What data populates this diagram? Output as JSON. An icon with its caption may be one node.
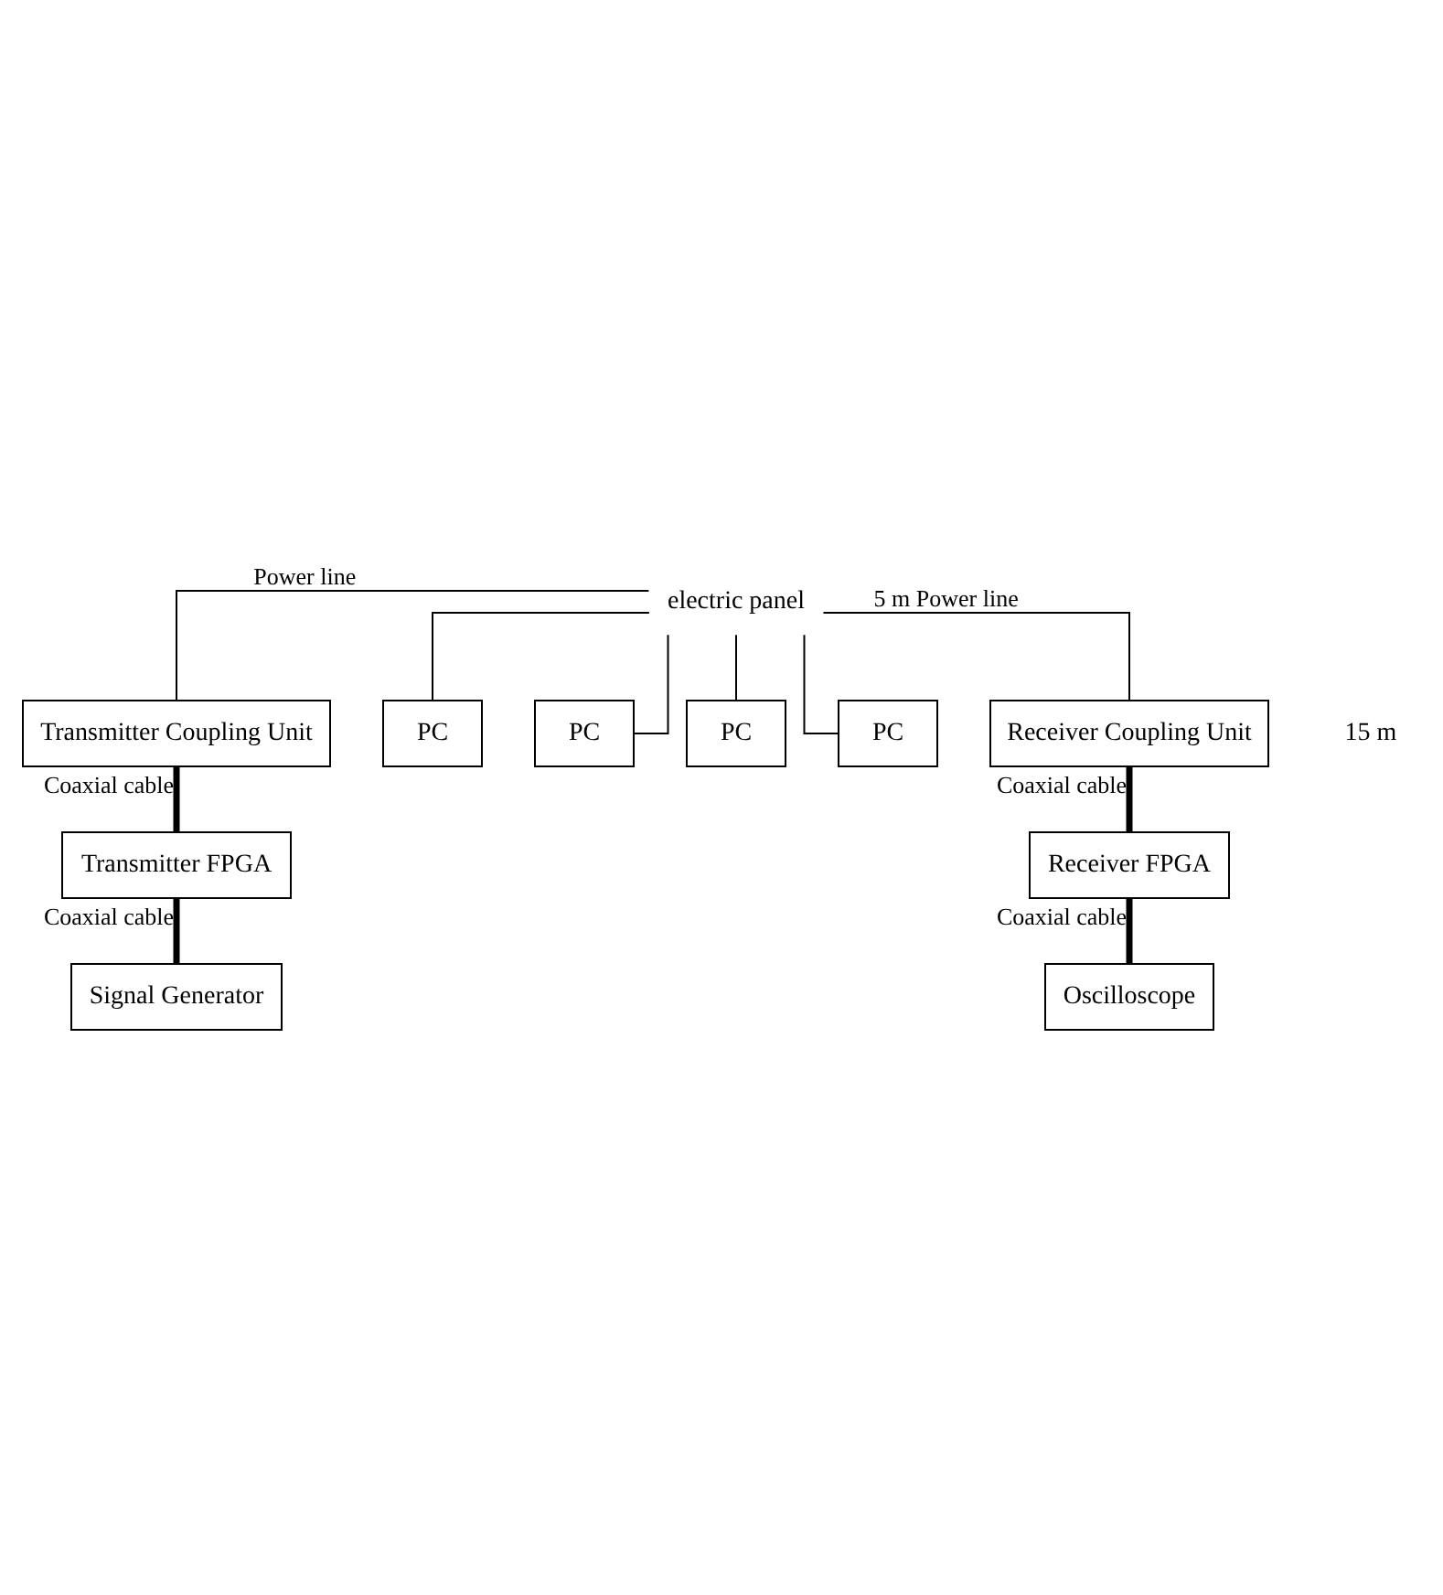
{
  "diagram": {
    "nodes": [
      {
        "text": [
          "electric panel"
        ]
      },
      {
        "text": [
          "Transmitter Coupling Unit"
        ]
      },
      {
        "text": [
          "PC"
        ]
      },
      {
        "text": [
          "PC"
        ]
      },
      {
        "text": [
          "PC"
        ]
      },
      {
        "text": [
          "PC"
        ]
      },
      {
        "text": [
          "Receiver Coupling Unit"
        ]
      },
      {
        "text": [
          "Transmitter FPGA"
        ]
      },
      {
        "text": [
          "Receiver FPGA"
        ]
      },
      {
        "text": [
          "Signal Generator"
        ]
      },
      {
        "text": [
          "Oscilloscope"
        ]
      }
    ],
    "edges": [
      {
        "from": 0,
        "to": 1,
        "arrow": "none",
        "label": "Power line"
      },
      {
        "from": 0,
        "to": 2,
        "arrow": "none"
      },
      {
        "from": 0,
        "to": 3,
        "arrow": "none"
      },
      {
        "from": 0,
        "to": 4,
        "arrow": "none"
      },
      {
        "from": 0,
        "to": 5,
        "arrow": "none"
      },
      {
        "from": 0,
        "to": 6,
        "arrow": "none",
        "label": "5 m Power line"
      },
      {
        "from": 1,
        "to": 7,
        "arrow": "none",
        "label": "Coaxial cable",
        "style": "thick"
      },
      {
        "from": 7,
        "to": 9,
        "arrow": "none",
        "label": "Coaxial cable",
        "style": "thick"
      },
      {
        "from": 6,
        "to": 8,
        "arrow": "none",
        "label": "Coaxial cable",
        "style": "thick"
      },
      {
        "from": 8,
        "to": 10,
        "arrow": "none",
        "label": "Coaxial cable",
        "style": "thick"
      }
    ],
    "labels": [
      "15 m"
    ]
  }
}
